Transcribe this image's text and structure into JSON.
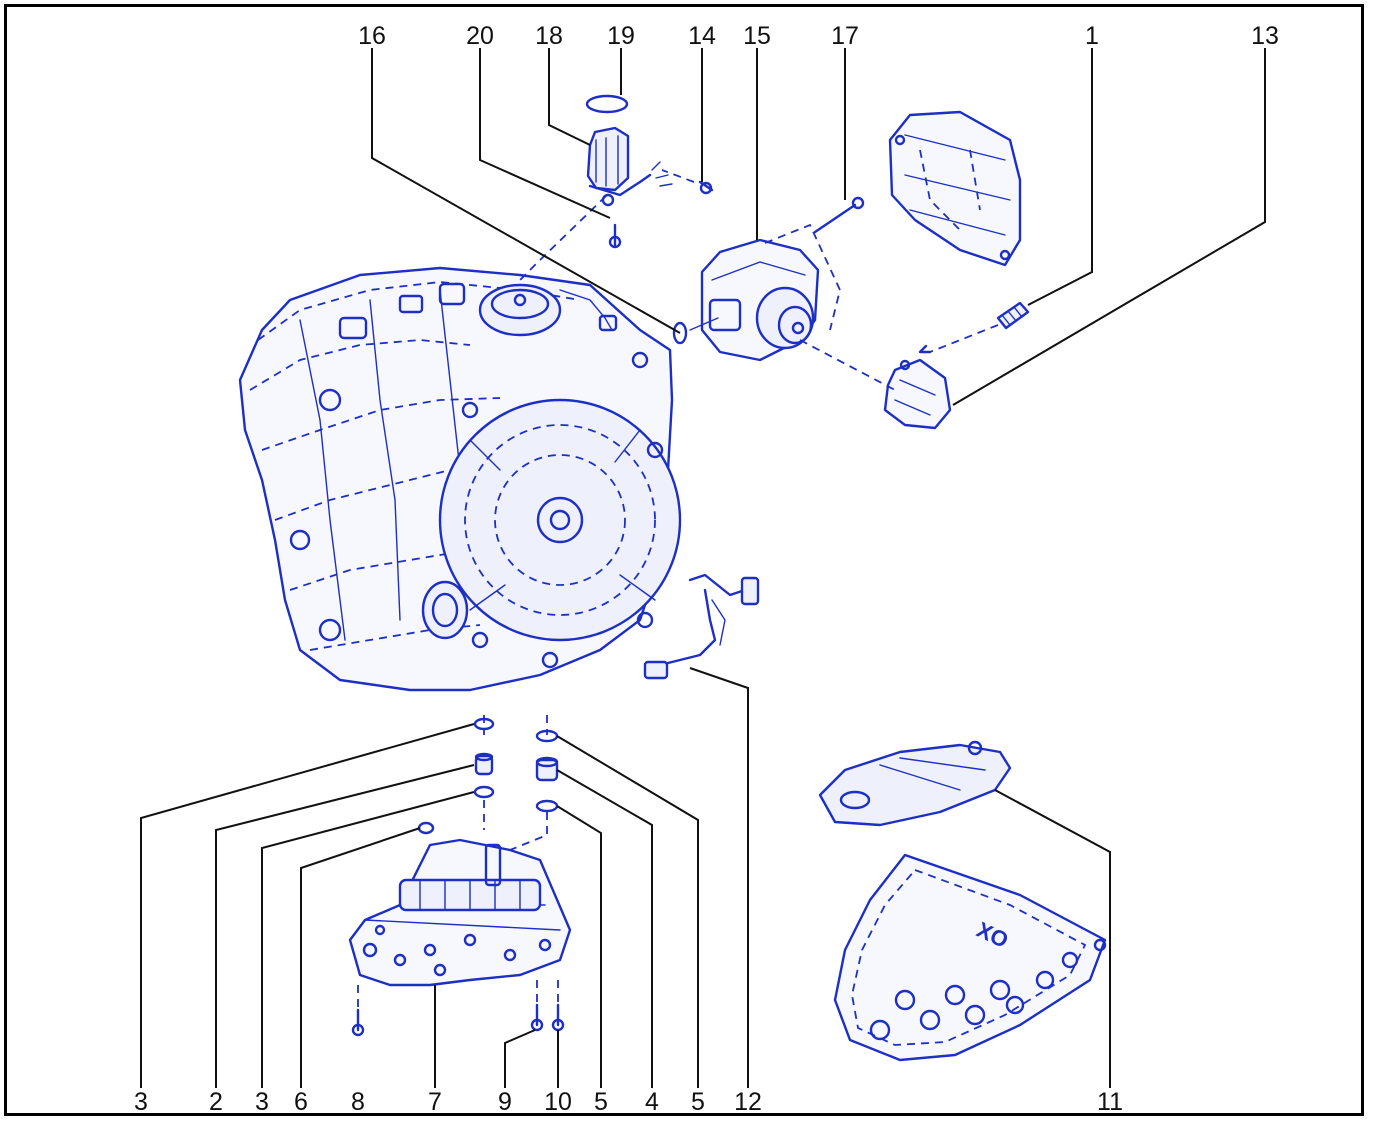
{
  "figure": {
    "callouts_top": [
      "16",
      "20",
      "18",
      "19",
      "14",
      "15",
      "17",
      "1",
      "13"
    ],
    "callouts_bottom": [
      "3",
      "2",
      "3",
      "6",
      "8",
      "7",
      "9",
      "10",
      "5",
      "4",
      "5",
      "12",
      "11"
    ],
    "pan_marking": "XO"
  },
  "colors": {
    "line_art": "#1d2fc4",
    "callout_text": "#111111",
    "frame": "#000000",
    "background": "#ffffff"
  }
}
